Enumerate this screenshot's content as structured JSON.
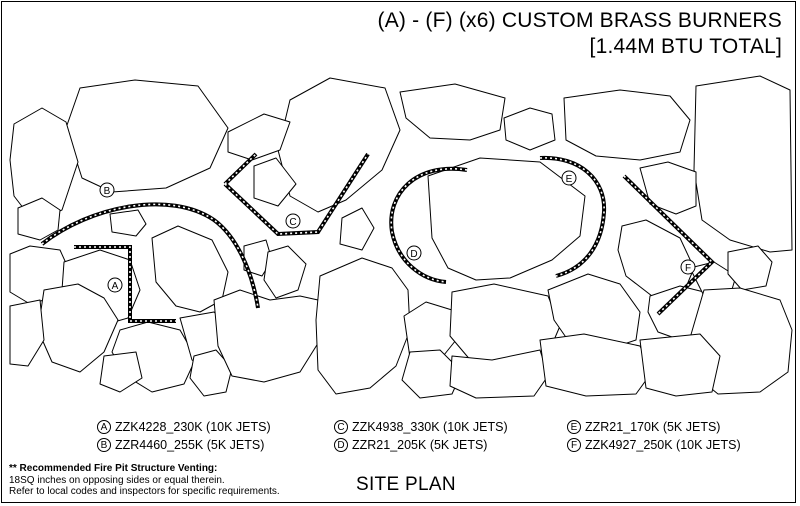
{
  "title": {
    "line1": "(A) - (F) (x6) CUSTOM BRASS BURNERS",
    "line2": "[1.44M BTU TOTAL]"
  },
  "burners": [
    {
      "letter": "A",
      "label": "ZZK4228_230K (10K JETS)"
    },
    {
      "letter": "B",
      "label": "ZZR4460_255K (5K JETS)"
    },
    {
      "letter": "C",
      "label": "ZZK4938_330K (10K JETS)"
    },
    {
      "letter": "D",
      "label": "ZZR21_205K (5K JETS)"
    },
    {
      "letter": "E",
      "label": "ZZR21_170K (5K JETS)"
    },
    {
      "letter": "F",
      "label": "ZZK4927_250K (10K JETS)"
    }
  ],
  "note": {
    "heading": "** Recommended Fire Pit Structure Venting:",
    "line1": "18SQ inches on opposing sides or equal therein.",
    "line2": "Refer to local codes and inspectors for specific requirements."
  },
  "footer_title": "SITE PLAN"
}
